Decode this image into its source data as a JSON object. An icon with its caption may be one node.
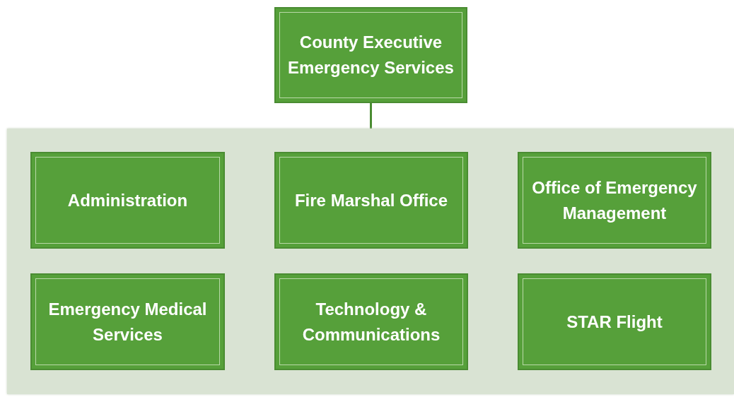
{
  "diagram": {
    "nodes": [
      {
        "text": [
          "County Executive Emergency Services"
        ]
      },
      {
        "text": [],
        "shape": "box"
      },
      {
        "text": [
          "Administration"
        ],
        "in": 1
      },
      {
        "text": [
          "Fire Marshal Office"
        ],
        "in": 1
      },
      {
        "text": [
          "Office of Emergency Management"
        ],
        "in": 1
      },
      {
        "text": [
          "Emergency Medical Services"
        ],
        "in": 1
      },
      {
        "text": [
          "Technology & Communications"
        ],
        "in": 1
      },
      {
        "text": [
          "STAR Flight"
        ],
        "in": 1
      }
    ],
    "edges": [
      {
        "from": 0,
        "to": 1,
        "arrow": "none"
      }
    ]
  }
}
